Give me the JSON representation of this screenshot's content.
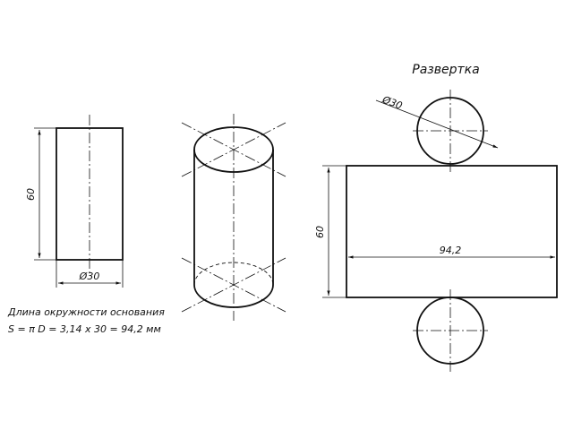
{
  "title": "Развертка",
  "labels": {
    "height_dim": "60",
    "diameter_dim": "Ø30",
    "net_height_dim": "60",
    "net_length_dim": "94,2",
    "net_circle_dim": "Ø30"
  },
  "formula": {
    "line1": "Длина окружности основания",
    "line2": "S = π D = 3,14 x 30 = 94,2 мм"
  },
  "dimensions": {
    "diameter_mm": 30,
    "height_mm": 60,
    "circumference_mm": 94.2
  }
}
